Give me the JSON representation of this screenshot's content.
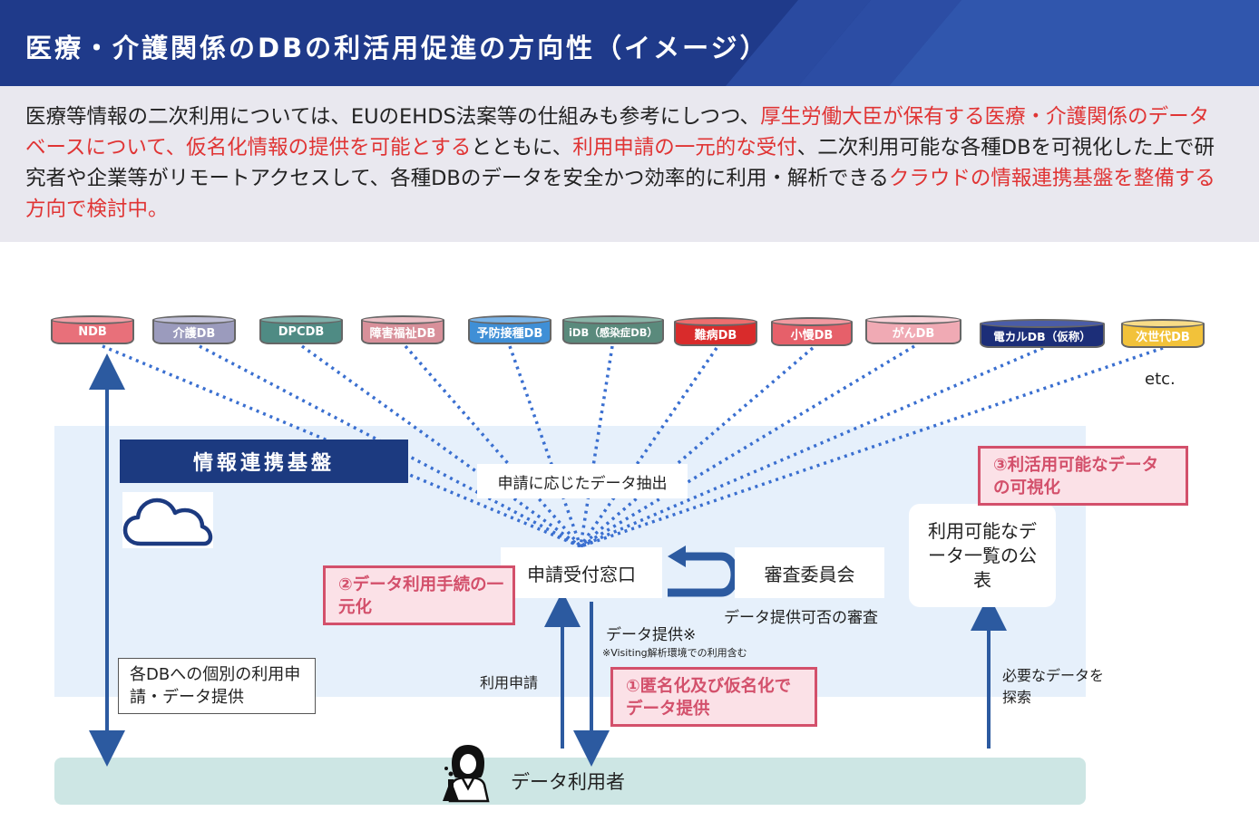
{
  "header": {
    "title": "医療・介護関係のDBの利活用促進の方向性（イメージ）"
  },
  "intro": {
    "part1": "医療等情報の二次利用については、EUのEHDS法案等の仕組みも参考にしつつ、",
    "highlight1": "厚生労働大臣が保有する医療・介護関係のデータベースについて、仮名化情報の提供を可能とする",
    "part2": "とともに、",
    "highlight2": "利用申請の一元的な受付",
    "part3": "、二次利用可能な各種DBを可視化した上で研究者や企業等がリモートアクセスして、各種DBのデータを安全かつ効率的に利用・解析できる",
    "highlight3": "クラウドの情報連携基盤を整備する方向で検討中。"
  },
  "databases": [
    {
      "label": "NDB",
      "color": "#e8707a"
    },
    {
      "label": "介護DB",
      "color": "#9b9bbd"
    },
    {
      "label": "DPCDB",
      "color": "#4f8b84"
    },
    {
      "label": "障害福祉DB",
      "color": "#d8909a"
    },
    {
      "label": "予防接種DB",
      "color": "#3f8fd6"
    },
    {
      "label": "iDB（感染症DB）",
      "color": "#5a8a7c"
    },
    {
      "label": "難病DB",
      "color": "#d92b2b"
    },
    {
      "label": "小慢DB",
      "color": "#e6606a"
    },
    {
      "label": "がんDB",
      "color": "#f0aab4"
    },
    {
      "label": "電カルDB（仮称）",
      "color": "#1c2e78"
    },
    {
      "label": "次世代DB",
      "color": "#f2c23a"
    }
  ],
  "etc_label": "etc.",
  "platform": {
    "label": "情報連携基盤",
    "cloud_icon": "cloud-icon"
  },
  "extract_label": "申請に応じたデータ抽出",
  "window_label": "申請受付窓口",
  "committee_label": "審査委員会",
  "review_label": "データ提供可否の審査",
  "publish_label": "利用可能なデータ一覧の公表",
  "callouts": {
    "c1": "①匿名化及び仮名化でデータ提供",
    "c2": "②データ利用手続の一元化",
    "c3": "③利活用可能なデータの可視化"
  },
  "individual_label": "各DBへの個別の利用申請・データ提供",
  "usage_request_label": "利用申請",
  "data_provision_label": "データ提供※",
  "visiting_note": "※Visiting解析環境での利用含む",
  "search_label": "必要なデータを探索",
  "user_label": "データ利用者",
  "colors": {
    "header": "#1f3a8a",
    "navy": "#1c3a80",
    "highlight_red": "#e03434",
    "callout_border": "#d3506b",
    "arrow_blue": "#2c5aa0",
    "dotted": "#3a6fd0"
  }
}
